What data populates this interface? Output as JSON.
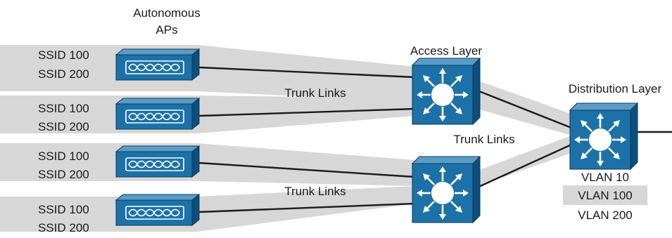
{
  "colors": {
    "band": "#d7d7d7",
    "device_front": "#1c72a7",
    "device_top": "#5a9cc7",
    "device_side": "#0d4f7c",
    "device_outline": "#0a3a5c",
    "line": "#1a1a1a",
    "highlight": "#d7d7d7"
  },
  "labels": {
    "autonomous_aps_line1": "Autonomous",
    "autonomous_aps_line2": "APs",
    "access_layer": "Access Layer",
    "distribution_layer": "Distribution Layer",
    "trunk_links_top": "Trunk Links",
    "trunk_links_middle": "Trunk Links",
    "trunk_links_bottom": "Trunk Links"
  },
  "access_points": [
    {
      "ssid_a": "SSID 100",
      "ssid_b": "SSID 200"
    },
    {
      "ssid_a": "SSID 100",
      "ssid_b": "SSID 200"
    },
    {
      "ssid_a": "SSID 100",
      "ssid_b": "SSID 200"
    },
    {
      "ssid_a": "SSID 100",
      "ssid_b": "SSID 200"
    }
  ],
  "distribution_vlans": {
    "vlan_a": "VLAN 10",
    "vlan_b": "VLAN 100",
    "vlan_c": "VLAN 200"
  },
  "icons": {
    "access_point": "access-point-icon",
    "switch": "multilayer-switch-icon"
  }
}
